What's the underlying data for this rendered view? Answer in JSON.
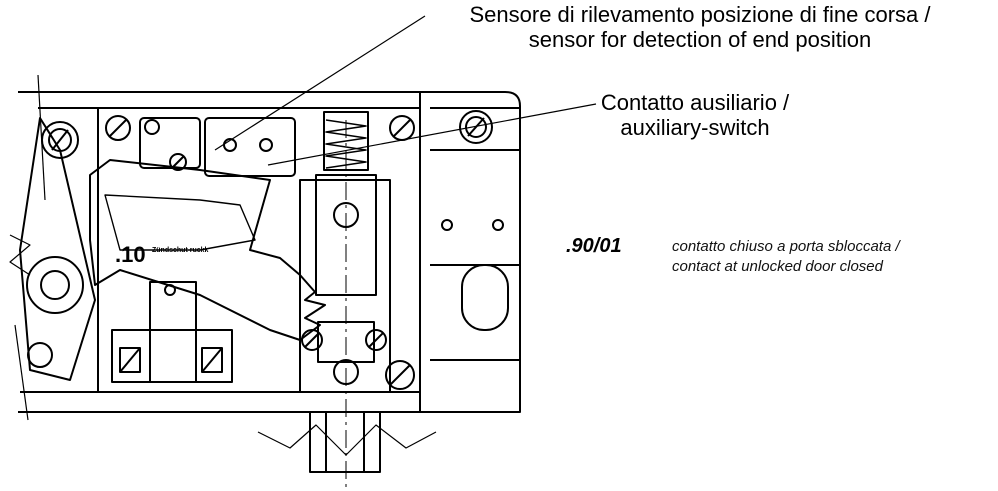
{
  "labels": {
    "sensor_it": "Sensore di rilevamento posizione di fine corsa  /",
    "sensor_en": "sensor for detection of end position",
    "aux_it": "Contatto ausiliario  /",
    "aux_en": "auxiliary-switch"
  },
  "note": {
    "code": ".90/01",
    "desc_it": "contatto chiuso a porta sbloccata /",
    "desc_en": "contact at unlocked door closed"
  },
  "stamp": {
    "number": ".10",
    "small_text": "Zündschut ruckk"
  }
}
